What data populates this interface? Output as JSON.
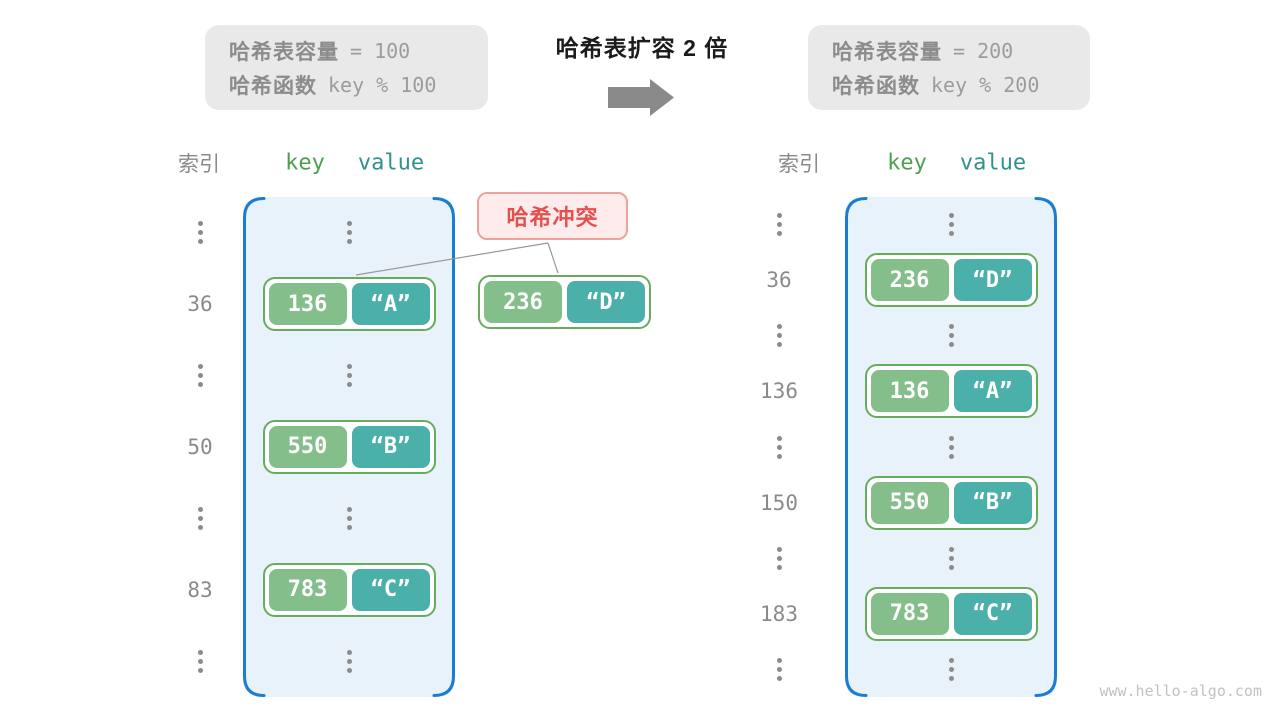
{
  "title": "哈希表扩容 2 倍",
  "left_info": {
    "rows": [
      {
        "label": "哈希表容量",
        "value": "= 100"
      },
      {
        "label": "哈希函数",
        "value": "key % 100"
      }
    ]
  },
  "right_info": {
    "rows": [
      {
        "label": "哈希表容量",
        "value": "= 200"
      },
      {
        "label": "哈希函数",
        "value": "key % 200"
      }
    ]
  },
  "headers": {
    "index": "索引",
    "key": "key",
    "value": "value"
  },
  "left_table": {
    "rows": [
      {
        "type": "dots"
      },
      {
        "type": "pair",
        "index": "36",
        "key": "136",
        "value": "“A”"
      },
      {
        "type": "dots"
      },
      {
        "type": "pair",
        "index": "50",
        "key": "550",
        "value": "“B”"
      },
      {
        "type": "dots"
      },
      {
        "type": "pair",
        "index": "83",
        "key": "783",
        "value": "“C”"
      },
      {
        "type": "dots"
      }
    ]
  },
  "right_table": {
    "rows": [
      {
        "type": "dots"
      },
      {
        "type": "pair",
        "index": "36",
        "key": "236",
        "value": "“D”"
      },
      {
        "type": "dots"
      },
      {
        "type": "pair",
        "index": "136",
        "key": "136",
        "value": "“A”"
      },
      {
        "type": "dots"
      },
      {
        "type": "pair",
        "index": "150",
        "key": "550",
        "value": "“B”"
      },
      {
        "type": "dots"
      },
      {
        "type": "pair",
        "index": "183",
        "key": "783",
        "value": "“C”"
      },
      {
        "type": "dots"
      }
    ]
  },
  "collision": {
    "label": "哈希冲突",
    "pair": {
      "key": "236",
      "value": "“D”"
    }
  },
  "watermark": "www.hello-algo.com",
  "colors": {
    "table_border_blue": "#1b7dd2",
    "table_bg_blue": "#e8f2fb",
    "key_green": "#84be8a",
    "value_teal": "#4bafaa",
    "pair_border_green": "#67ac5c",
    "collision_red": "#e5504f",
    "collision_border": "#f0a19c",
    "collision_bg": "#fdeceb",
    "info_box_gray": "#e9e9e9",
    "text_gray": "#8a8a8a",
    "arrow_gray": "#8a8a8a"
  }
}
